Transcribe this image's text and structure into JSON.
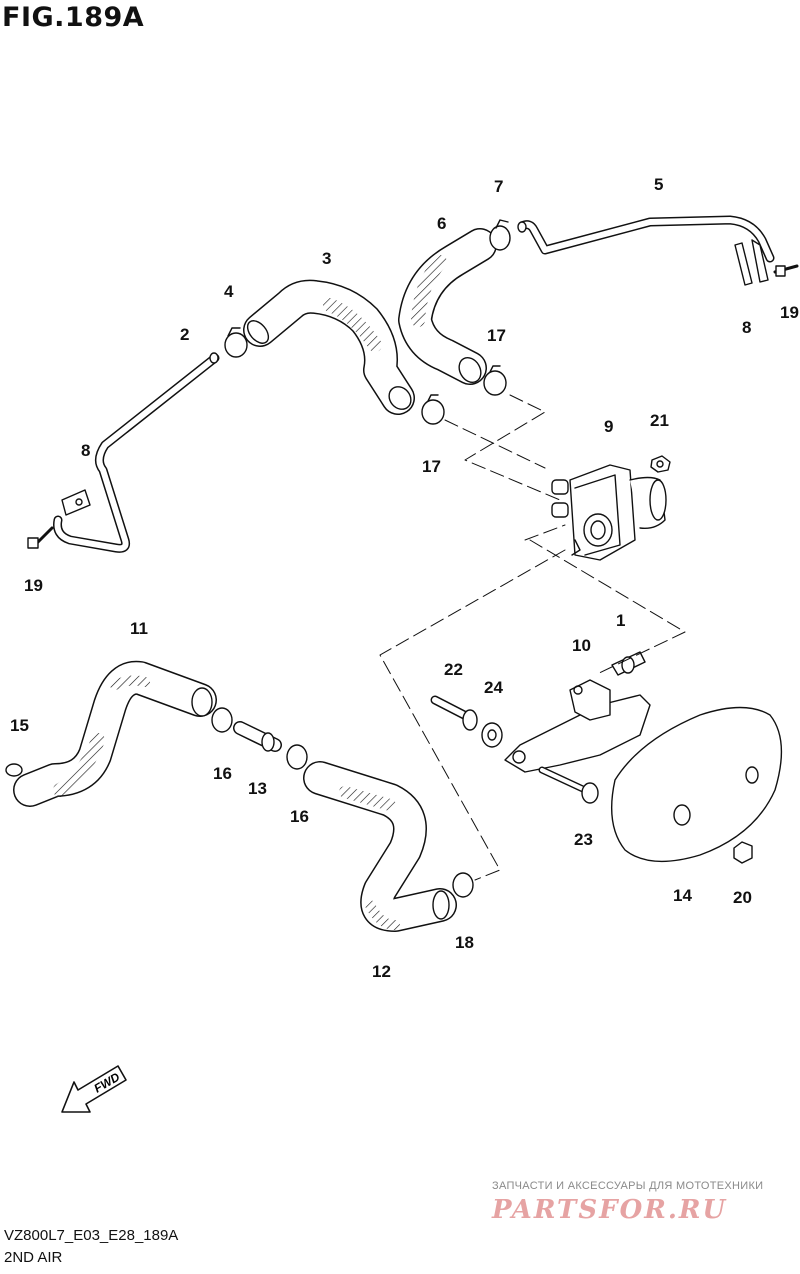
{
  "figure": {
    "title": "FIG.189A",
    "model_code": "VZ800L7_E03_E28_189A",
    "section_name": "2ND AIR"
  },
  "callouts": [
    "1",
    "2",
    "3",
    "4",
    "5",
    "6",
    "7",
    "8",
    "8",
    "9",
    "10",
    "11",
    "12",
    "13",
    "14",
    "15",
    "16",
    "16",
    "17",
    "17",
    "18",
    "19",
    "19",
    "20",
    "21",
    "22",
    "23",
    "24"
  ],
  "fwd_label": "FWD",
  "watermark": {
    "tagline": "ЗАПЧАСТИ И АКСЕССУАРЫ ДЛЯ МОТОТЕХНИКИ",
    "site": "PARTSFOR.RU"
  },
  "colors": {
    "line": "#111111",
    "watermark": "#e6a3a3"
  }
}
